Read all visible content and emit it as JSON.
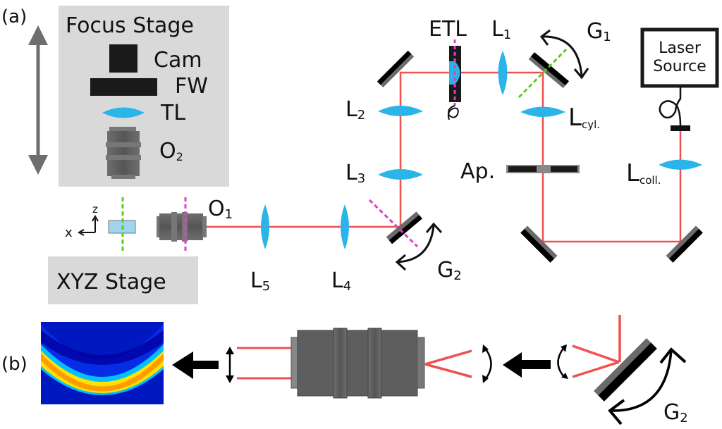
{
  "panels": {
    "a": "(a)",
    "b": "(b)"
  },
  "focus_stage": {
    "title": "Focus Stage",
    "cam": "Cam",
    "fw": "FW",
    "tl": "TL",
    "objective": "O",
    "objective_sub": "2"
  },
  "sample": {
    "axis_x": "x",
    "axis_z": "z",
    "stage_title": "XYZ Stage",
    "objective": "O",
    "objective_sub": "1"
  },
  "labels": {
    "etl": "ETL",
    "l1": "L",
    "l1_sub": "1",
    "g1": "G",
    "g1_sub": "1",
    "l2": "L",
    "l2_sub": "2",
    "l3": "L",
    "l3_sub": "3",
    "l4": "L",
    "l4_sub": "4",
    "l5": "L",
    "l5_sub": "5",
    "lcyl": "L",
    "lcyl_sub": "cyl.",
    "lcoll": "L",
    "lcoll_sub": "coll.",
    "aperture": "Ap.",
    "g2": "G",
    "g2_sub": "2",
    "laser_line1": "Laser",
    "laser_line2": "Source"
  },
  "panel_b": {
    "g2": "G",
    "g2_sub": "2"
  },
  "colors": {
    "beam": "#f05050",
    "lens": "#2ab4e8",
    "stage_bg": "#d9d9d9",
    "mirror_front": "#000000",
    "mirror_back": "#6b6b6b",
    "objective": "#5a5a5a",
    "green_plane": "#5ccc1e",
    "magenta_plane": "#e040c0"
  }
}
